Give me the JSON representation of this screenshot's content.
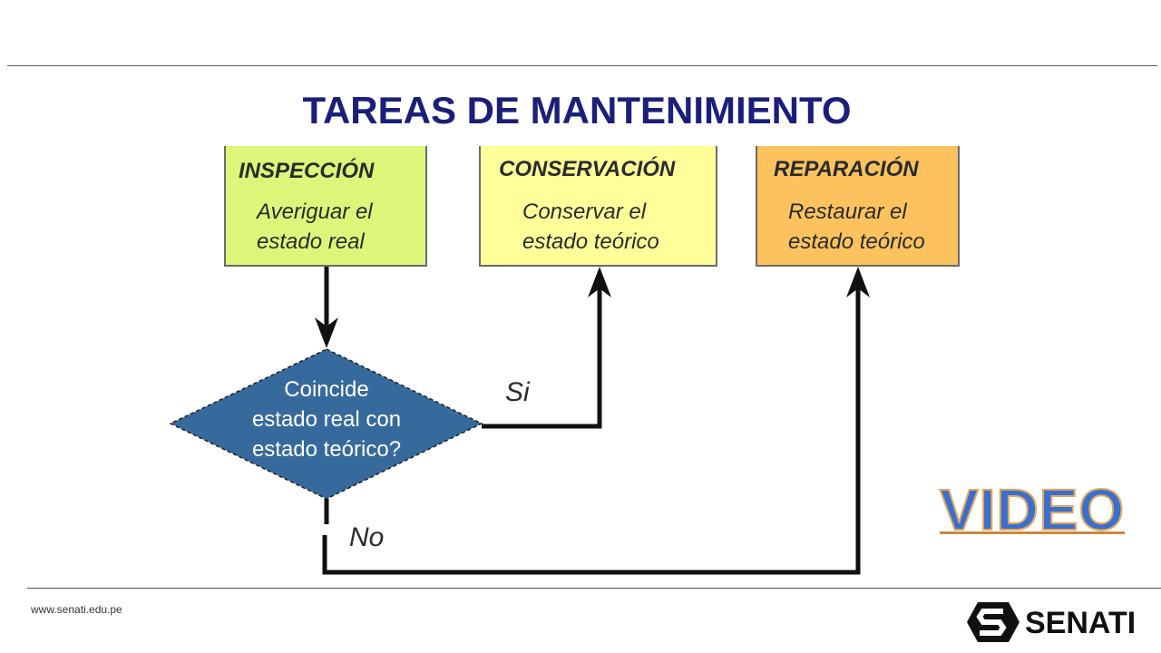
{
  "slide": {
    "title": "TAREAS DE MANTENIMIENTO",
    "url": "www.senati.edu.pe",
    "video_link": "VIDEO",
    "brand": "SENATI"
  },
  "diagram": {
    "boxes": [
      {
        "heading": "INSPECCIÓN",
        "line1": "Averiguar el",
        "line2": "estado real",
        "color": "#dcf67a"
      },
      {
        "heading": "CONSERVACIÓN",
        "line1": "Conservar el",
        "line2": "estado teórico",
        "color": "#ffff9a"
      },
      {
        "heading": "REPARACIÓN",
        "line1": "Restaurar el",
        "line2": "estado teórico",
        "color": "#fbc25e"
      }
    ],
    "decision": {
      "line1": "Coincide",
      "line2": "estado real con",
      "line3": "estado teórico?",
      "color": "#376a9c"
    },
    "labels": {
      "yes": "Si",
      "no": "No"
    }
  }
}
